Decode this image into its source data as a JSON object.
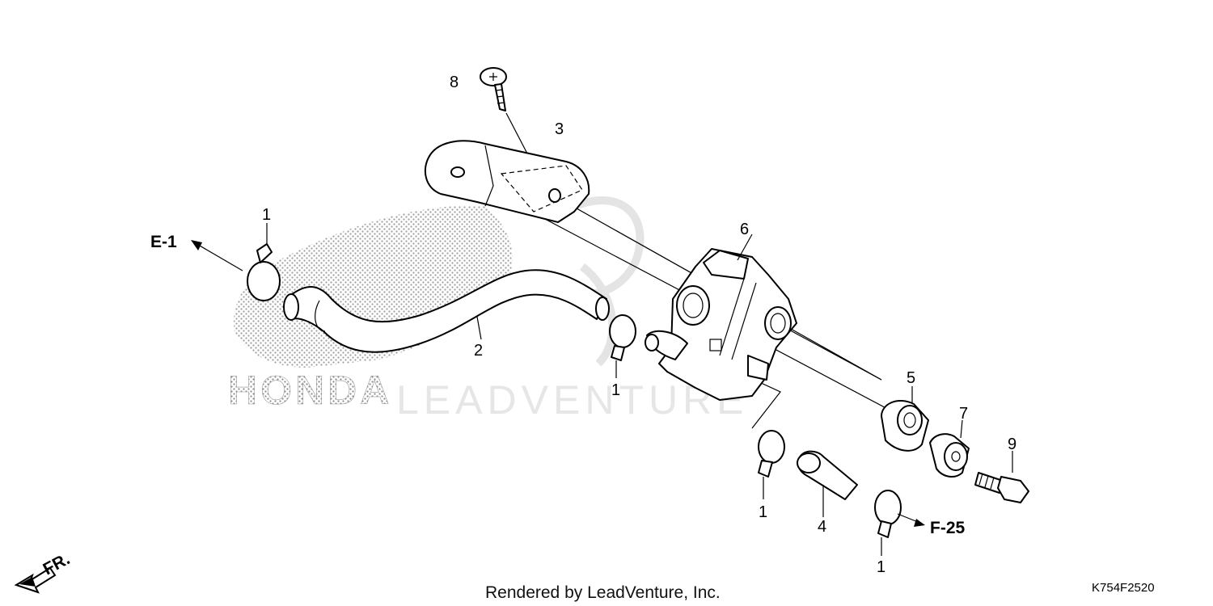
{
  "callouts": {
    "c1a": "1",
    "c1b": "1",
    "c1c": "1",
    "c1d": "1",
    "c2": "2",
    "c3": "3",
    "c4": "4",
    "c5": "5",
    "c6": "6",
    "c7": "7",
    "c8": "8",
    "c9": "9"
  },
  "refs": {
    "e1": "E-1",
    "f25": "F-25",
    "fr": "FR."
  },
  "watermark": {
    "brand": "HONDA",
    "vendor": "LEADVENTURE"
  },
  "footer": {
    "rendered_by": "Rendered by LeadVenture, Inc.",
    "diagram_code": "K754F2520"
  }
}
